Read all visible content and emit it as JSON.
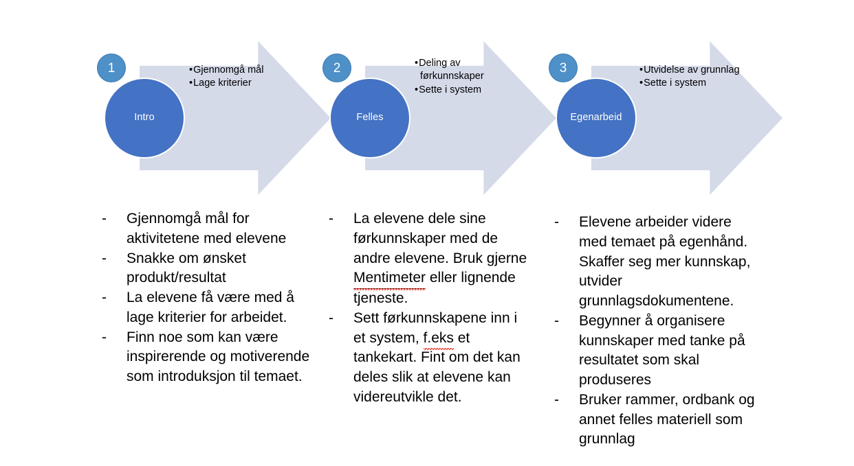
{
  "slide": {
    "title_text_absent": true,
    "background_color": "#FFFFFF",
    "colors": {
      "arrow_fill": "#D5DAE9",
      "circle_fill": "#4472C4",
      "circle_outline": "#FFFFFF",
      "badge_fill": "#4E90C8",
      "badge_outline": "#3F7CAE",
      "text": "#000000",
      "circle_text": "#FFFFFF",
      "spellcheck_underline": "#E8392B"
    }
  },
  "stages": [
    {
      "number": "1",
      "circle_label": "Intro",
      "bullets": [
        "Gjennomgå mål",
        "Lage kriterier"
      ]
    },
    {
      "number": "2",
      "circle_label": "Felles",
      "bullets": [
        "Deling av førkunnskaper",
        "Sette i system"
      ]
    },
    {
      "number": "3",
      "circle_label": "Egenarbeid",
      "bullets": [
        "Utvidelse av grunnlag",
        "Sette i system"
      ]
    }
  ],
  "note_columns": [
    {
      "stage_ref": "1",
      "bullet_marker": "-",
      "items": [
        "Gjennomgå mål for aktivitetene med elevene",
        "Snakke om ønsket produkt/resultat",
        "La elevene få være med å lage kriterier for arbeidet.",
        "Finn noe som kan være inspirerende og motiverende som introduksjon til temaet."
      ]
    },
    {
      "stage_ref": "2",
      "bullet_marker": "-",
      "items": [
        "La elevene dele sine førkunnskaper med de andre elevene. Bruk gjerne Mentimeter eller lignende tjeneste.",
        "Sett førkunnskapene inn i et system, f.eks et tankekart. Fint om det kan deles slik at elevene kan videreutvikle det."
      ],
      "item_segments": [
        [
          {
            "text": "La elevene dele sine førkunnskaper med de andre elevene. Bruk gjerne ",
            "style": "plain"
          },
          {
            "text": "Mentimeter",
            "style": "underline-spellcheck"
          },
          {
            "text": " eller lignende tjeneste.",
            "style": "plain"
          }
        ],
        [
          {
            "text": "Sett førkunnskapene inn i et system, ",
            "style": "plain"
          },
          {
            "text": "f.eks",
            "style": "spellcheck"
          },
          {
            "text": " et tankekart. Fint om det kan deles slik at elevene kan videreutvikle det.",
            "style": "plain"
          }
        ]
      ]
    },
    {
      "stage_ref": "3",
      "bullet_marker": "-",
      "items": [
        "Elevene arbeider videre med temaet på egenhånd. Skaffer seg mer kunnskap, utvider grunnlagsdokumentene.",
        "Begynner å organisere kunnskaper med tanke på resultatet som skal produseres",
        "Bruker rammer, ordbank og annet felles materiell som grunnlag"
      ]
    }
  ]
}
